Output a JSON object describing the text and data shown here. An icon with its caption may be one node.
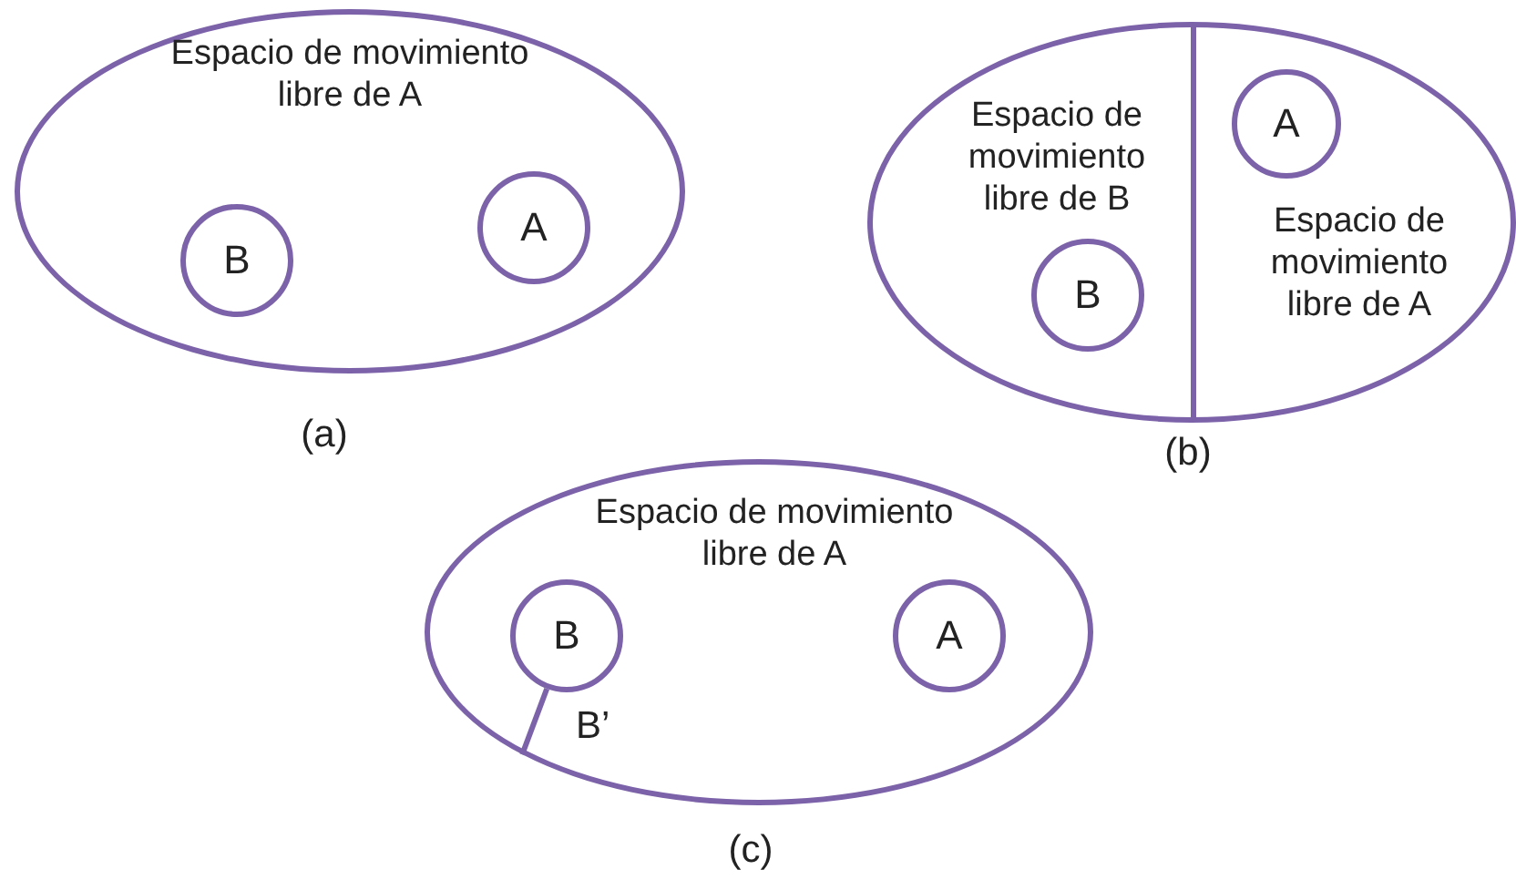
{
  "diagram": {
    "nodes": [
      {
        "text": [
          "Espacio de movimiento libre de A"
        ],
        "beside": [
          "(a)"
        ]
      },
      {
        "text": [
          "B"
        ],
        "in": 0
      },
      {
        "text": [
          "A"
        ],
        "in": 0
      },
      {
        "text": [
          "Espacio de movimiento libre de B",
          "Espacio de movimiento libre de A"
        ],
        "beside": [
          "(b)"
        ]
      },
      {
        "text": [
          "A"
        ],
        "in": 3
      },
      {
        "text": [
          "B"
        ],
        "in": 3
      },
      {
        "text": [
          "Espacio de movimiento libre de A"
        ],
        "beside": [
          "(c)"
        ]
      },
      {
        "text": [
          "B"
        ],
        "in": 6
      },
      {
        "text": [
          "A"
        ],
        "in": 6
      }
    ],
    "edges": [
      {
        "from": 7,
        "to": 6,
        "arrow": "none",
        "label": "B’"
      }
    ]
  }
}
